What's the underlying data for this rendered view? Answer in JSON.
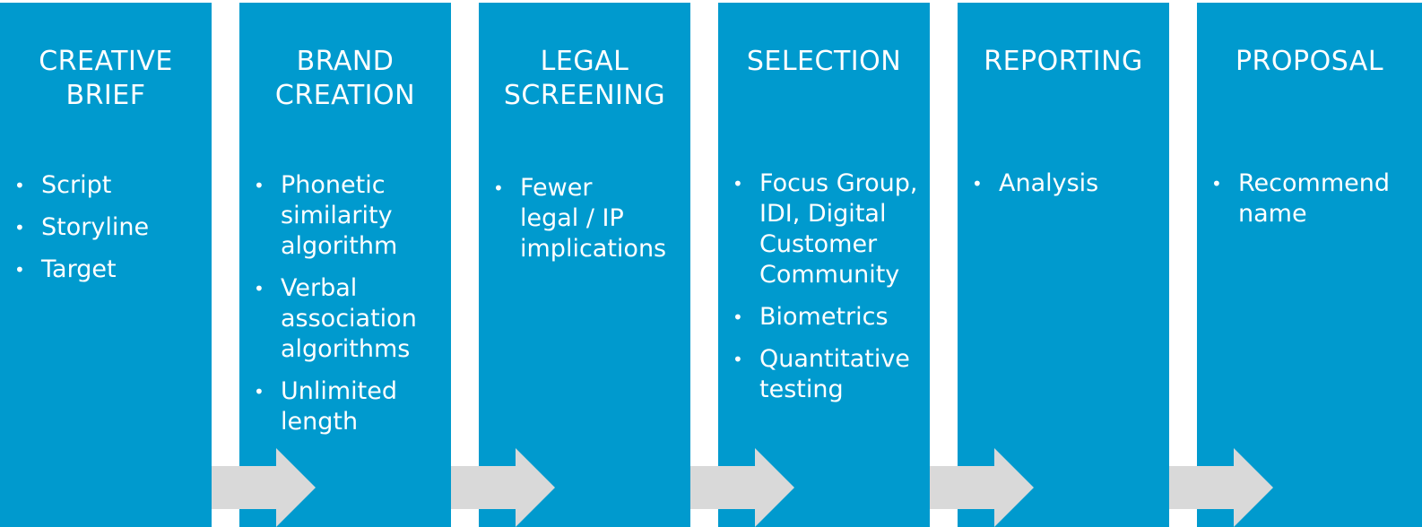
{
  "colors": {
    "stage_background": "#009ACE",
    "arrow_fill": "#D9D9D9",
    "text": "#FFFFFF"
  },
  "stages": [
    {
      "title": "CREATIVE\nBRIEF",
      "items": [
        "Script",
        "Storyline",
        "Target"
      ]
    },
    {
      "title": "BRAND\nCREATION",
      "items": [
        "Phonetic\nsimilarity\nalgorithm",
        "Verbal\nassociation\nalgorithms",
        "Unlimited\nlength"
      ]
    },
    {
      "title": "LEGAL\nSCREENING",
      "items": [
        "Fewer\nlegal / IP\nimplications"
      ]
    },
    {
      "title": "SELECTION",
      "items": [
        "Focus Group,\nIDI, Digital\nCustomer\nCommunity",
        "Biometrics",
        "Quantitative\ntesting"
      ]
    },
    {
      "title": "REPORTING",
      "items": [
        "Analysis"
      ]
    },
    {
      "title": "PROPOSAL",
      "items": [
        "Recommend\nname"
      ]
    }
  ],
  "bullet_char": "•",
  "arrow_icon": "right-arrow-icon"
}
